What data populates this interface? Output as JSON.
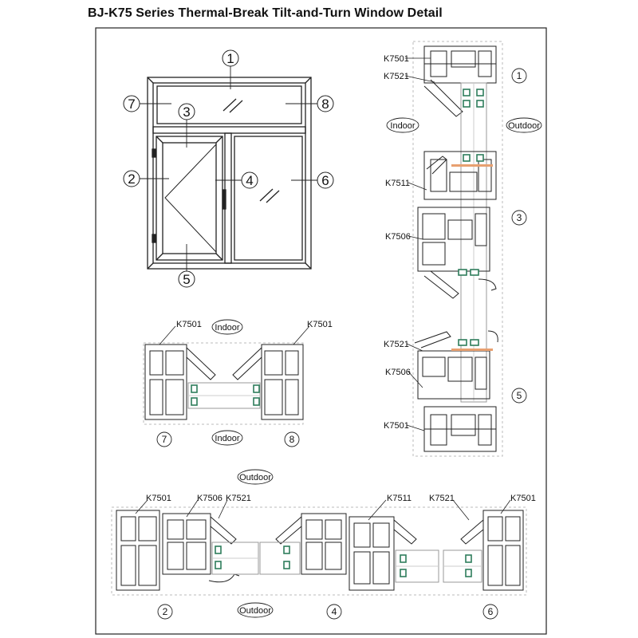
{
  "title": "BJ-K75 Series Thermal-Break Tilt-and-Turn Window Detail",
  "elevation_numbers": [
    "1",
    "2",
    "3",
    "4",
    "5",
    "6",
    "7",
    "8"
  ],
  "section_numbers": {
    "s1": "1",
    "s3": "3",
    "s5": "5",
    "s7": "7",
    "s8": "8",
    "s2": "2",
    "s4": "4",
    "s6": "6"
  },
  "side_labels": {
    "indoor": "Indoor",
    "outdoor": "Outdoor"
  },
  "profiles": {
    "k7501": "K7501",
    "k7521": "K7521",
    "k7511": "K7511",
    "k7506": "K7506"
  },
  "colors": {
    "line": "#222222",
    "glass_seal": "#2e7d5b",
    "tape": "#e8a070",
    "frame": "#444444"
  }
}
